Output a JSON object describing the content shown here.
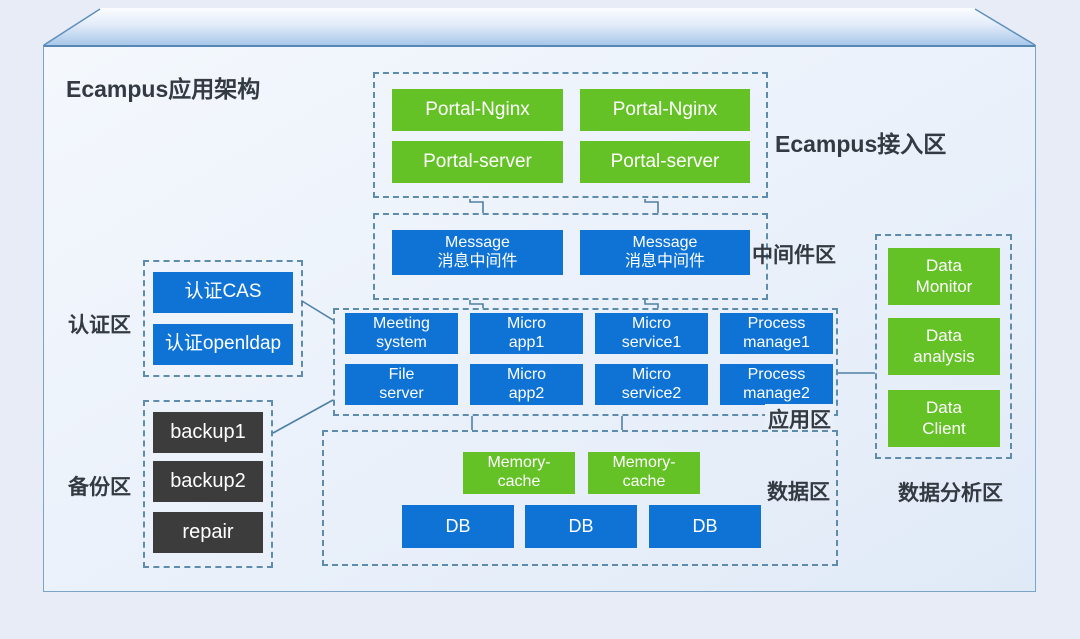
{
  "title": "Ecampus应用架构",
  "zones": {
    "access": {
      "label": "Ecampus接入区",
      "items": [
        "Portal-Nginx",
        "Portal-Nginx",
        "Portal-server",
        "Portal-server"
      ]
    },
    "middleware": {
      "label": "中间件区",
      "items": [
        [
          "Message",
          "消息中间件"
        ],
        [
          "Message",
          "消息中间件"
        ]
      ]
    },
    "application": {
      "label": "应用区",
      "items": [
        [
          "Meeting",
          "system"
        ],
        [
          "Micro",
          "app1"
        ],
        [
          "Micro",
          "service1"
        ],
        [
          "Process",
          "manage1"
        ],
        [
          "File",
          "server"
        ],
        [
          "Micro",
          "app2"
        ],
        [
          "Micro",
          "service2"
        ],
        [
          "Process",
          "manage2"
        ]
      ]
    },
    "data": {
      "label": "数据区",
      "cache_items": [
        [
          "Memory-",
          "cache"
        ],
        [
          "Memory-",
          "cache"
        ]
      ],
      "db_items": [
        "DB",
        "DB",
        "DB"
      ]
    },
    "auth": {
      "label": "认证区",
      "items": [
        "认证CAS",
        "认证openldap"
      ]
    },
    "backup": {
      "label": "备份区",
      "items": [
        "backup1",
        "backup2",
        "repair"
      ]
    },
    "analysis": {
      "label": "数据分析区",
      "items": [
        [
          "Data",
          "Monitor"
        ],
        [
          "Data",
          "analysis"
        ],
        [
          "Data",
          "Client"
        ]
      ]
    }
  },
  "colors": {
    "node_green": "#64c226",
    "node_blue": "#0f73d6",
    "node_dark": "#3c3c3c",
    "dashed_border": "#5d8cad",
    "label_text": "#343a42"
  }
}
